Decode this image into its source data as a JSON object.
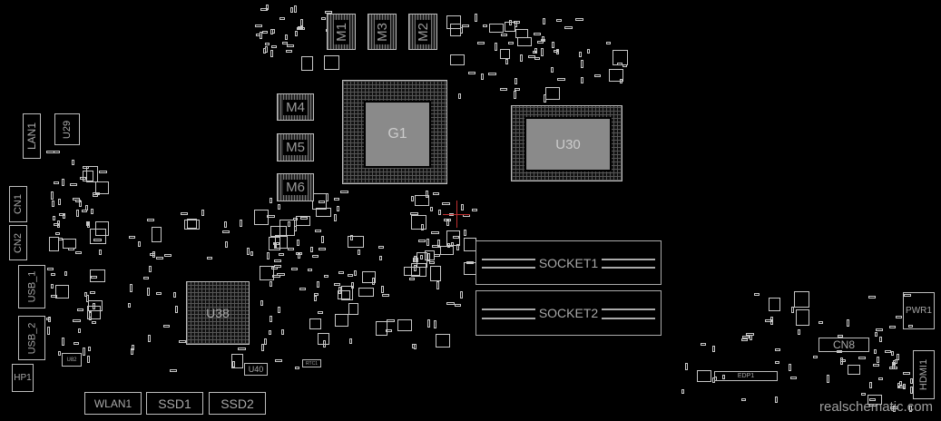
{
  "components": {
    "lan1": "LAN1",
    "u29": "U29",
    "cn1": "CN1",
    "cn2": "CN2",
    "usb_1": "USB_1",
    "usb_2": "USB_2",
    "hp1": "HP1",
    "u82": "U82",
    "wlan1": "WLAN1",
    "ssd1": "SSD1",
    "ssd2": "SSD2",
    "u40": "U40",
    "rtc1": "RTC1",
    "u38": "U38",
    "m1": "M1",
    "m3": "M3",
    "m2": "M2",
    "m4": "M4",
    "m5": "M5",
    "m6": "M6",
    "g1": "G1",
    "u30": "U30",
    "socket1": "SOCKET1",
    "socket2": "SOCKET2",
    "cn8": "CN8",
    "pwr1": "PWR1",
    "hdmi1": "HDMI1",
    "edp1": "EDP1"
  },
  "watermark": "realschematic.com",
  "colors": {
    "background": "#000000",
    "outline": "#bdbdbd",
    "cursor": "#c03030"
  }
}
